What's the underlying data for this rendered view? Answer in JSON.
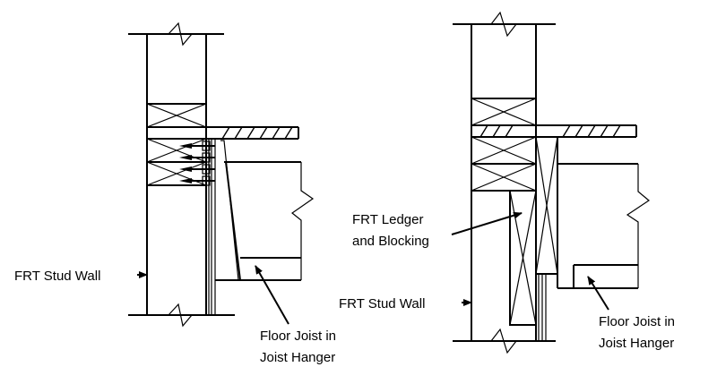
{
  "left_detail": {
    "stud_wall_label": "FRT Stud Wall",
    "joist_label_line1": "Floor Joist in",
    "joist_label_line2": "Joist Hanger"
  },
  "right_detail": {
    "ledger_label_line1": "FRT Ledger",
    "ledger_label_line2": "and Blocking",
    "stud_wall_label": "FRT Stud Wall",
    "joist_label_line1": "Floor Joist in",
    "joist_label_line2": "Joist Hanger"
  }
}
